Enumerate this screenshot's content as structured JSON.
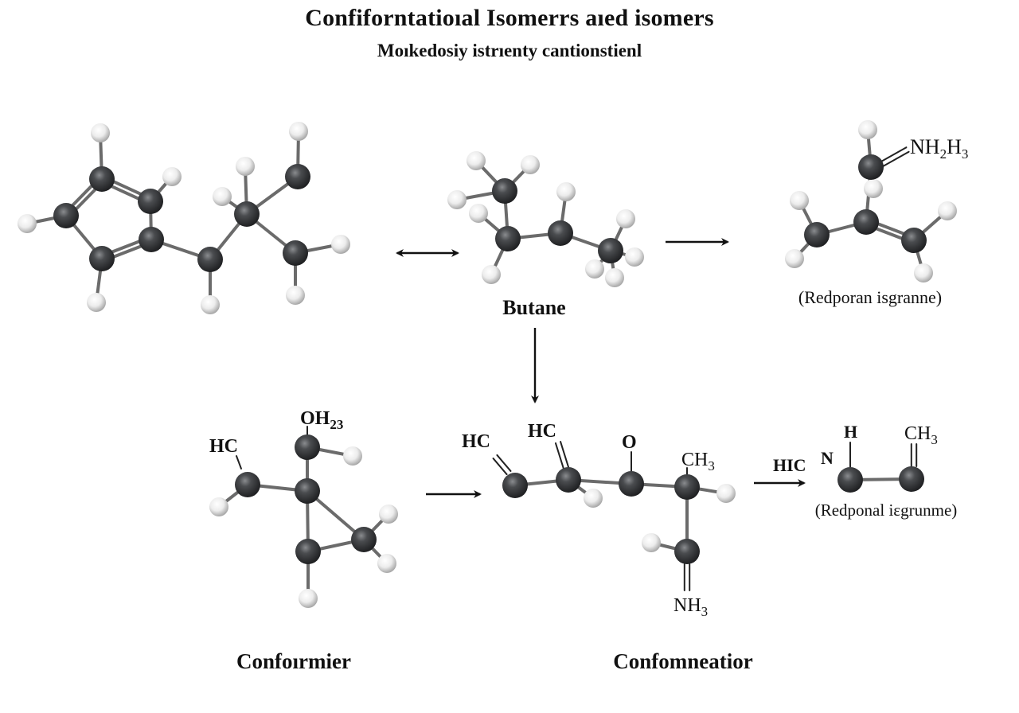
{
  "title": "Confiforntatioıal Isomerrs aıed isomers",
  "subtitle": "Moıkedosiy istrıenty cantionstienl",
  "colors": {
    "carbon": "#3a3b3d",
    "hydrogen": "#e9eaea",
    "bond": "#6e6e6e",
    "arrow": "#111111",
    "text": "#111111"
  },
  "molecules": [
    {
      "id": "mol-top-left",
      "caption": ""
    },
    {
      "id": "mol-butane",
      "caption": "Butane"
    },
    {
      "id": "mol-top-right",
      "caption": "(Redporan isgranne)",
      "labels": [
        "NH2H3"
      ]
    },
    {
      "id": "mol-bottom-left",
      "caption": "Confoırmier",
      "labels": [
        "HC",
        "OH23"
      ]
    },
    {
      "id": "mol-bottom-center",
      "caption": "Confomneatior",
      "labels": [
        "HC",
        "HC",
        "O",
        "CH3",
        "NH3"
      ]
    },
    {
      "id": "mol-bottom-right",
      "caption": "(Redponal iεgrunme)",
      "labels": [
        "HIC",
        "N",
        "H",
        "CH3"
      ]
    }
  ],
  "labels": {
    "nh2h3": {
      "main": "NH",
      "sub1": "2",
      "mid": "H",
      "sub2": "3"
    },
    "butane": "Butane",
    "redporan": "(Redporan isgranne)",
    "bl_hc": "HC",
    "bl_oh": {
      "main": "OH",
      "sub": "23"
    },
    "bc_hc1": "HC",
    "bc_hc2": "HC",
    "bc_o": "O",
    "bc_ch3": {
      "main": "CH",
      "sub": "3"
    },
    "bc_nh3": {
      "main": "NH",
      "sub": "3"
    },
    "br_hic": "HIC",
    "br_n": "N",
    "br_h": "H",
    "br_ch3": {
      "main": "CH",
      "sub": "3"
    },
    "redponal": "(Redponal iεgrunme)",
    "conformer": "Confoırmier",
    "conformation": "Confomneatior"
  },
  "arrows": [
    {
      "id": "arrow-double",
      "kind": "double-headed"
    },
    {
      "id": "arrow-right-top",
      "kind": "right"
    },
    {
      "id": "arrow-down",
      "kind": "down"
    },
    {
      "id": "arrow-right-bottom",
      "kind": "right"
    },
    {
      "id": "arrow-right-bottom-2",
      "kind": "right"
    }
  ]
}
